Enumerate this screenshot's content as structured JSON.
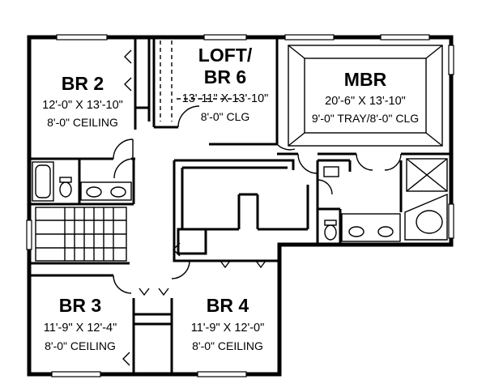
{
  "rooms": {
    "br2": {
      "name": "BR 2",
      "dims": "12'-0\" X 13'-10\"",
      "ceiling": "8'-0\" CEILING"
    },
    "loft": {
      "name1": "LOFT/",
      "name2": "BR 6",
      "dims": "13'-11\" X 13'-10\"",
      "ceiling": "8'-0\" CLG"
    },
    "mbr": {
      "name": "MBR",
      "dims": "20'-6\" X 13'-10\"",
      "ceiling": "9'-0\" TRAY/8'-0\" CLG"
    },
    "br3": {
      "name": "BR 3",
      "dims": "11'-9\" X 12'-4\"",
      "ceiling": "8'-0\" CEILING"
    },
    "br4": {
      "name": "BR 4",
      "dims": "11'-9\" X 12'-0\"",
      "ceiling": "8'-0\" CEILING"
    }
  }
}
